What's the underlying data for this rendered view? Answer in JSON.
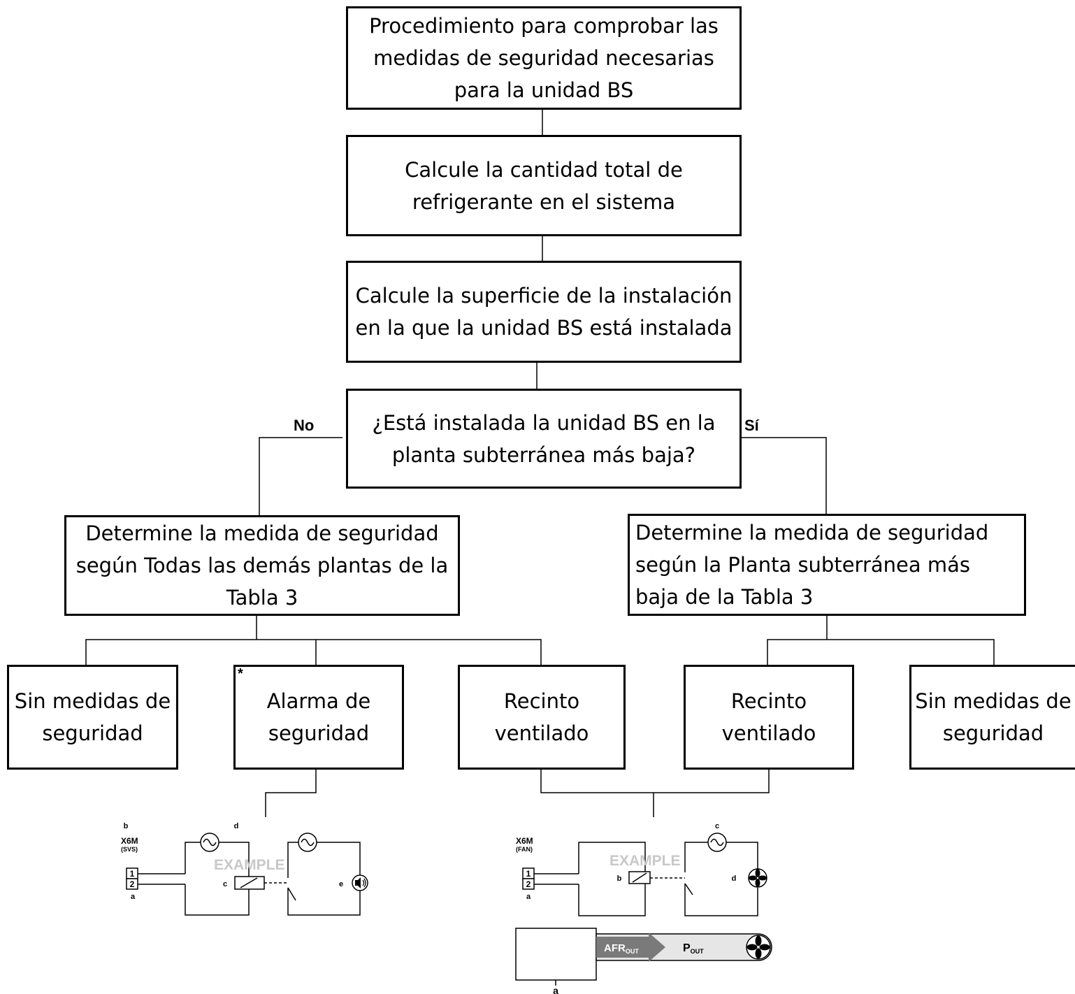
{
  "flowchart": {
    "start": "Procedimiento para comprobar las medidas de seguridad necesarias para la unidad BS",
    "step1": "Calcule la cantidad total de refrigerante en el sistema",
    "step2": "Calcule la superficie de la instalación en la que la unidad BS está instalada",
    "decision": "¿Está instalada la unidad BS en la planta subterránea más baja?",
    "branch_no": "No",
    "branch_yes": "Sí",
    "left_determine": "Determine la medida de seguridad según Todas las demás plantas de la Tabla 3",
    "right_determine": "Determine la medida de seguridad según la Planta subterránea más baja de la Tabla 3",
    "left_outcomes": [
      "Sin medidas de seguridad",
      "Alarma de seguridad",
      "Recinto ventilado"
    ],
    "right_outcomes": [
      "Recinto ventilado",
      "Sin medidas de seguridad"
    ],
    "asterisk": "*"
  },
  "alarm_diagram": {
    "terminal": "X6M",
    "terminal_sub": "(SVS)",
    "pins": [
      "1",
      "2"
    ],
    "labels": {
      "a": "a",
      "b": "b",
      "c": "c",
      "d": "d",
      "e": "e"
    },
    "watermark": "EXAMPLE"
  },
  "fan_diagram": {
    "terminal": "X6M",
    "terminal_sub": "(FAN)",
    "pins": [
      "1",
      "2"
    ],
    "labels": {
      "a": "a",
      "b": "b",
      "c": "c",
      "d": "d"
    },
    "watermark": "EXAMPLE",
    "afr": "AFR",
    "afr_sub": "OUT",
    "p": "P",
    "p_sub": "OUT",
    "bottom_label": "a"
  },
  "colors": {
    "line": "#000000",
    "watermark": "#c8c8c8",
    "arrow": "#7a7a7a",
    "tube": "#e6e6e6"
  }
}
